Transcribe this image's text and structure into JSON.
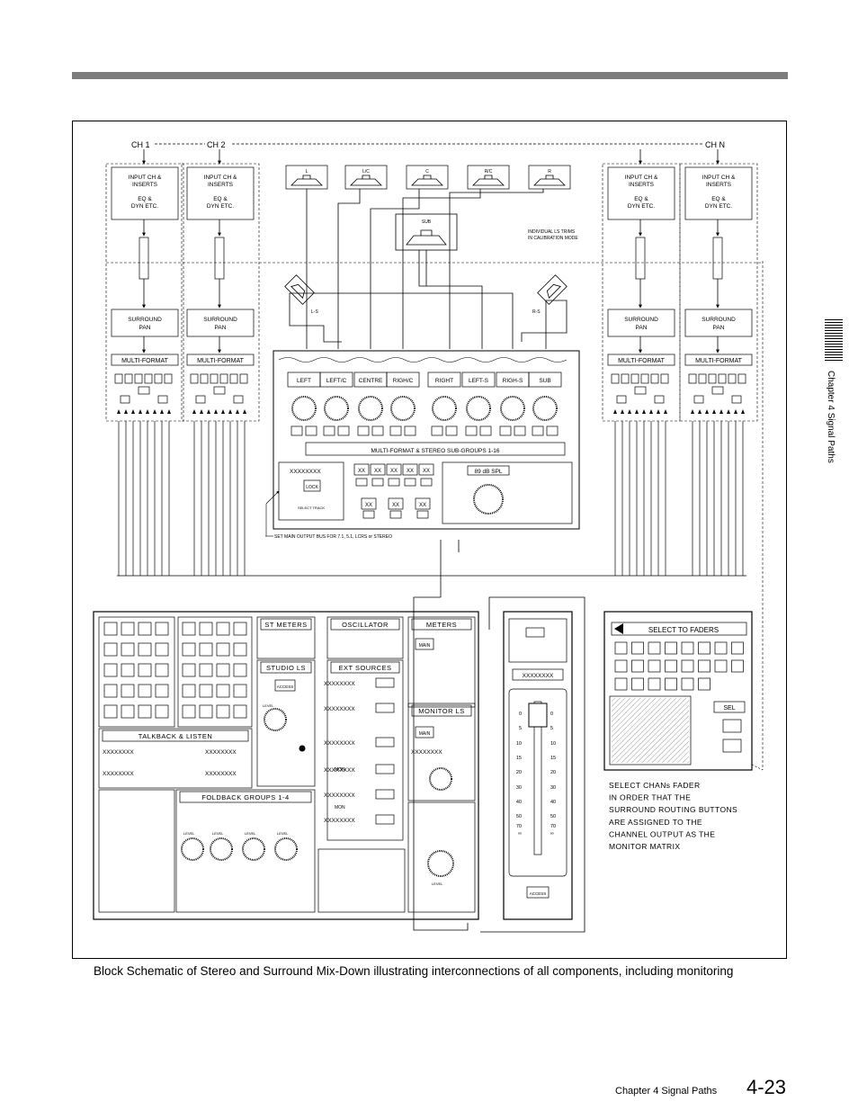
{
  "channels": {
    "ch1": "CH 1",
    "ch2": "CH 2",
    "chn": "CH N",
    "input_line1": "INPUT CH &",
    "input_line2": "INSERTS",
    "eq_line1": "EQ &",
    "eq_line2": "DYN ETC.",
    "surround_line1": "SURROUND",
    "surround_line2": "PAN",
    "multiformat": "MULTI-FORMAT"
  },
  "speakers": {
    "front": [
      "L",
      "L/C",
      "C",
      "R/C",
      "R"
    ],
    "sub": "SUB",
    "ls": "L-S",
    "rs": "R-S",
    "trims_note_line1": "INDIVIDUAL LS TRIMS",
    "trims_note_line2": "IN CALIBRATION MODE"
  },
  "subgroups": {
    "labels": [
      "LEFT",
      "LEFT/C",
      "CENTRE",
      "RIGH/C",
      "RIGHT",
      "LEFT-S",
      "RIGH-S",
      "SUB"
    ],
    "title": "MULTI-FORMAT & STEREO SUB-GROUPS 1-16",
    "xx_label": "XXXXXXXX",
    "lock": "LOCK",
    "select_track": "SELECT TRACK",
    "spl": "89 dB SPL",
    "note": "SET MAIN OUTPUT BUS FOR 7.1, 5.1, LCRS or STEREO"
  },
  "console": {
    "st_meters": "ST METERS",
    "oscillator": "OSCILLATOR",
    "meters": "METERS",
    "studio_ls": "STUDIO LS",
    "ext_sources": "EXT SOURCES",
    "monitor_ls": "MONITOR LS",
    "talkback": "TALKBACK & LISTEN",
    "foldback": "FOLDBACK GROUPS 1-4",
    "main": "MAIN",
    "access": "ACCESS",
    "level": "LEVEL",
    "xx": "XXXXXXXX",
    "mon": "MON"
  },
  "fader": {
    "scale": [
      "0",
      "5",
      "10",
      "15",
      "20",
      "30",
      "40",
      "50",
      "70",
      "∞"
    ]
  },
  "select_panel": {
    "title": "SELECT TO FADERS",
    "sel": "SEL",
    "note": [
      "SELECT CHANs FADER",
      "IN ORDER THAT THE",
      "SURROUND ROUTING BUTTONS",
      "ARE ASSIGNED TO THE",
      "CHANNEL OUTPUT AS THE",
      "MONITOR MATRIX"
    ]
  },
  "caption": "Block Schematic of Stereo and Surround Mix-Down illustrating interconnections of all components, including monitoring",
  "side_tab": "Chapter 4  Signal Paths",
  "footer": {
    "chapter": "Chapter 4   Signal Paths",
    "page": "4-23"
  }
}
